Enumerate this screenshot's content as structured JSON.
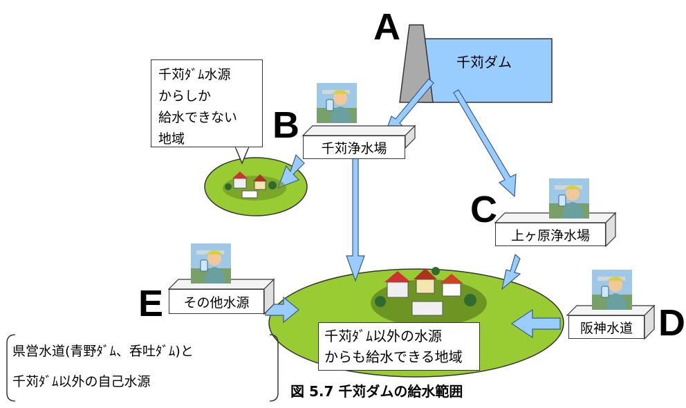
{
  "letters": {
    "a": "A",
    "b": "B",
    "c": "C",
    "d": "D",
    "e": "E"
  },
  "dam": {
    "label": "千苅ダム",
    "water_color": "#99ccff",
    "wall_color": "#aaaaaa"
  },
  "plants": {
    "b": "千苅浄水場",
    "c": "上ヶ原浄水場",
    "d": "阪神水道",
    "e": "その他水源"
  },
  "callout": {
    "lines": [
      "千苅ﾀﾞﾑ水源",
      "からしか",
      "給水できない",
      "地域"
    ]
  },
  "main_area": {
    "lines": [
      "千苅ﾀﾞﾑ以外の水源",
      "からも給水できる地域"
    ],
    "color": "#99cc33"
  },
  "bracket_note": {
    "lines": [
      "県営水道(青野ﾀﾞﾑ、呑吐ﾀﾞﾑ)と",
      "千苅ﾀﾞﾑ以外の自己水源"
    ]
  },
  "caption": "図 5.7 千苅ダムの給水範囲",
  "colors": {
    "arrow": "#99ccff",
    "arrow_stroke": "#3a5a8a",
    "ellipse": "#99cc33"
  },
  "icons": [
    "town-icon",
    "person-drinking-water-icon"
  ]
}
